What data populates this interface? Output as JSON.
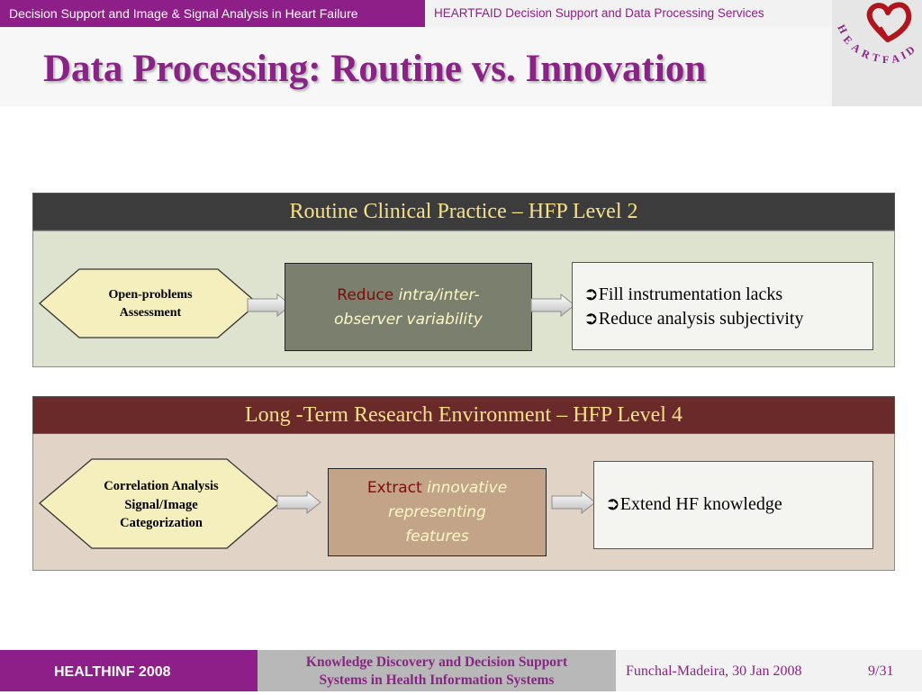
{
  "header": {
    "left_text": "Decision Support and Image & Signal Analysis in Heart Failure",
    "right_text": "HEARTFAID Decision Support and Data Processing Services",
    "logo_text": "HEARTFAID"
  },
  "slide": {
    "title": "Data Processing: Routine vs. Innovation"
  },
  "sections": [
    {
      "header": "Routine Clinical Practice – HFP Level 2",
      "input": [
        "Open-problems",
        "Assessment"
      ],
      "process_plain": "Reduce",
      "process_italic_1": "intra/inter-",
      "process_italic_2": "observer variability",
      "outputs": [
        "Fill instrumentation lacks",
        "Reduce analysis subjectivity"
      ]
    },
    {
      "header": "Long -Term Research Environment – HFP Level 4",
      "input": [
        "Correlation Analysis",
        "Signal/Image",
        "Categorization"
      ],
      "process_plain": "Extract",
      "process_italic_1": "innovative",
      "process_italic_2": "representing",
      "process_italic_3": "features",
      "outputs": [
        "Extend HF knowledge"
      ]
    }
  ],
  "bullet_glyph": "➲",
  "footer": {
    "conference": "HEALTHINF 2008",
    "talk_line1": "Knowledge Discovery and Decision Support",
    "talk_line2": "Systems in Health Information Systems",
    "location": "Funchal-Madeira, 30 Jan 2008",
    "page": "9/31"
  },
  "colors": {
    "brand_purple": "#8e1f88",
    "header_dark": "#3c3c3c",
    "header_brown": "#6b2a2a",
    "header_text": "#f7e08a",
    "panel_green": "#dde3cf",
    "panel_beige": "#e1d3c6",
    "hexagon_fill": "#f5efbe",
    "process_gray": "#7a7f6e",
    "process_tan": "#c3a489"
  }
}
